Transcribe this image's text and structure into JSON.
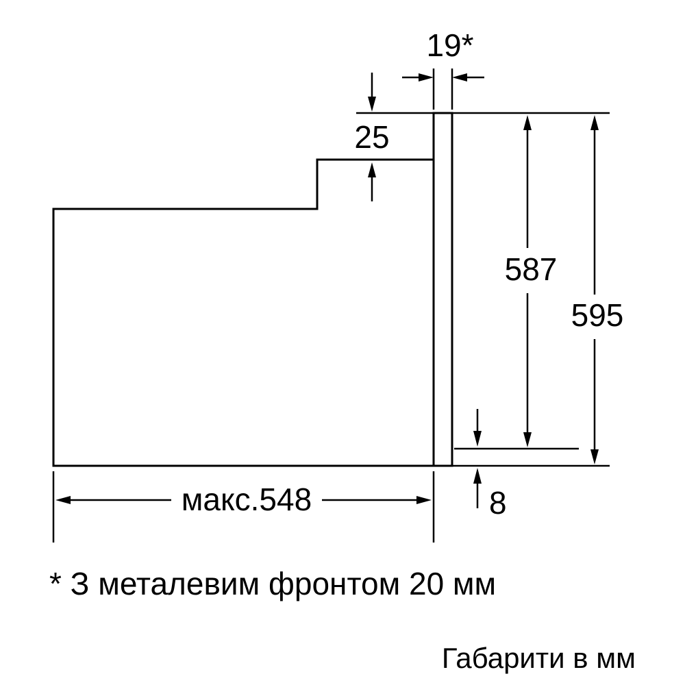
{
  "diagram": {
    "title": "oven-installation-dimensions",
    "units": "mm",
    "labels": {
      "front_thickness": "19*",
      "top_gap": "25",
      "body_height": "587",
      "total_height": "595",
      "bottom_gap": "8",
      "max_depth": "макс.548"
    },
    "footnote": "* З металевим фронтом 20 мм",
    "caption": "Габарити в мм",
    "colors": {
      "line": "#000000",
      "background": "#ffffff"
    }
  }
}
